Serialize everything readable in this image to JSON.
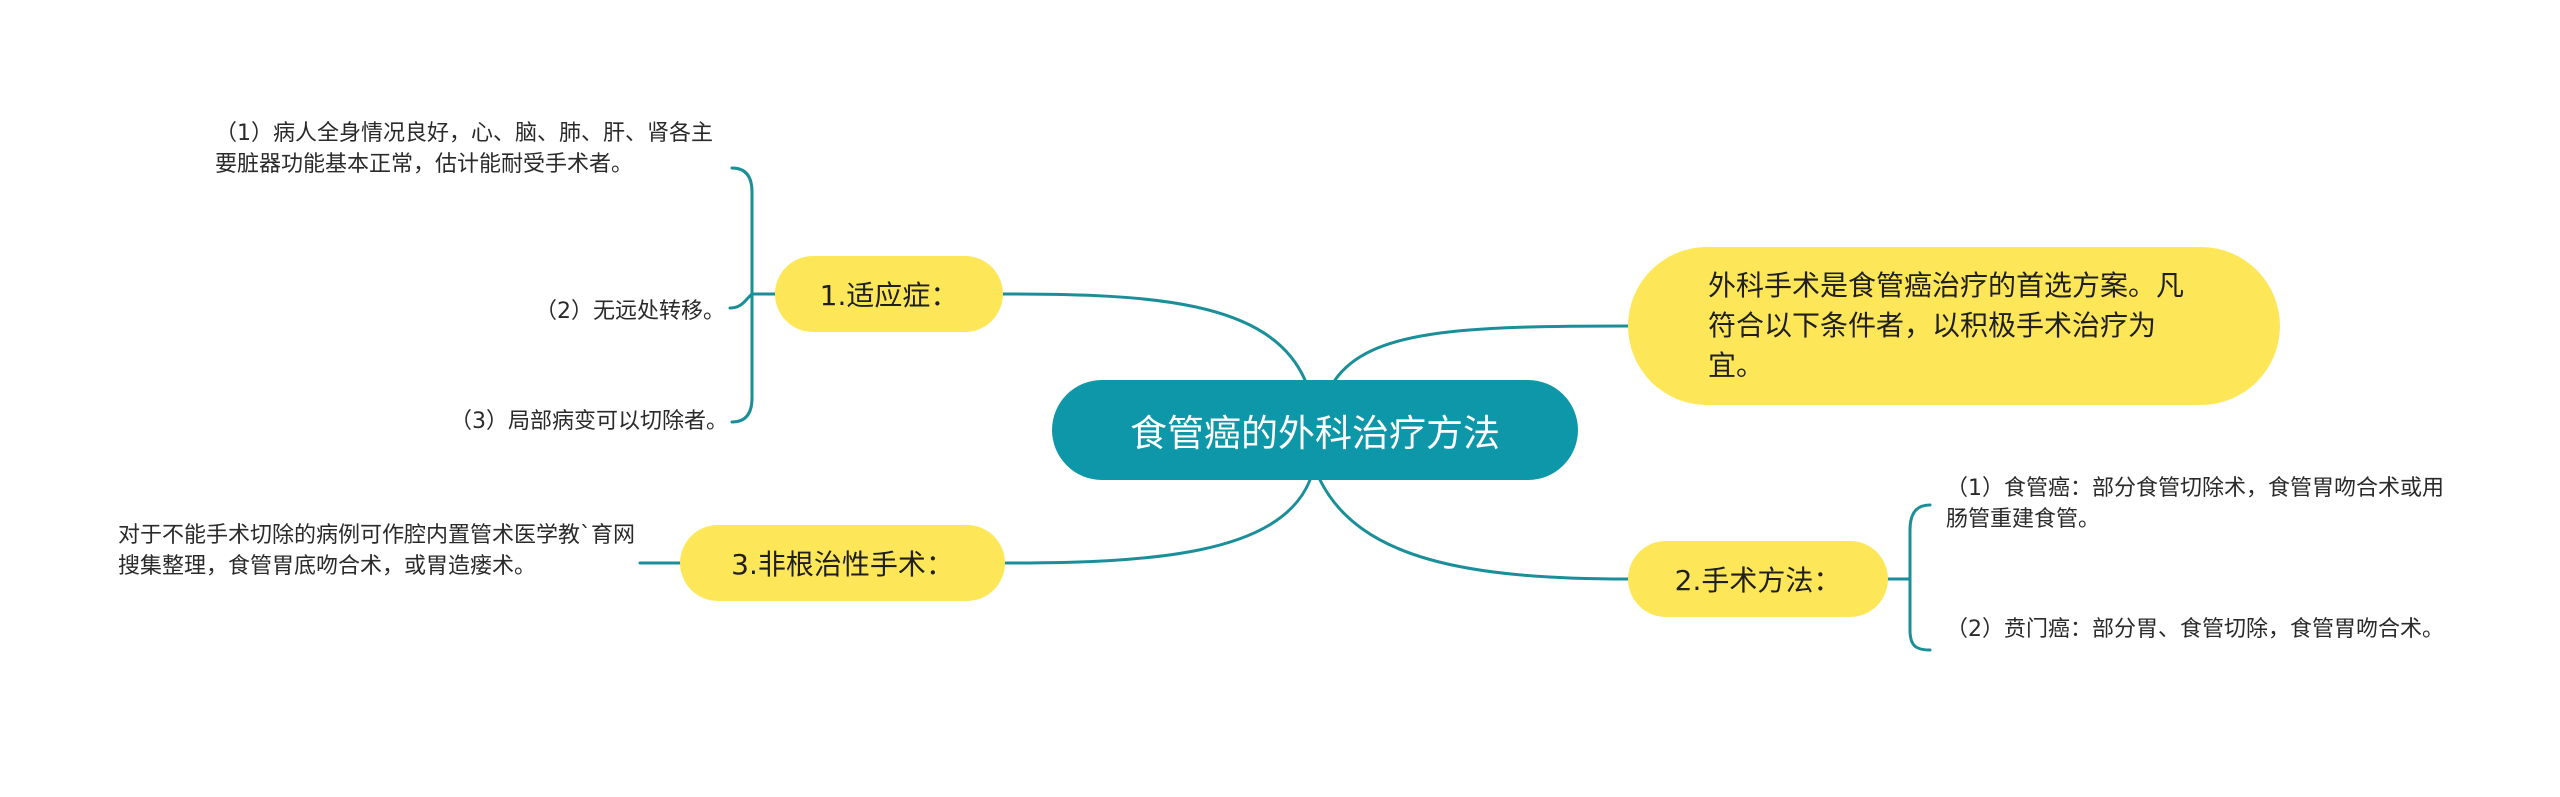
{
  "root": {
    "title": "食管癌的外科治疗方法"
  },
  "intro": {
    "text": "外科手术是食管癌治疗的首选方案。凡符合以下条件者，以积极手术治疗为宜。"
  },
  "branches": [
    {
      "label": "1.适应症：",
      "children": [
        "（1）病人全身情况良好，心、脑、肺、肝、肾各主要脏器功能基本正常，估计能耐受手术者。",
        "（2）无远处转移。",
        "（3）局部病变可以切除者。"
      ]
    },
    {
      "label": "2.手术方法：",
      "children": [
        "（1）食管癌：部分食管切除术，食管胃吻合术或用肠管重建食管。",
        "（2）贲门癌：部分胃、食管切除，食管胃吻合术。"
      ]
    },
    {
      "label": "3.非根治性手术：",
      "children": [
        "对于不能手术切除的病例可作腔内置管术医学教`育网搜集整理，食管胃底吻合术，或胃造瘘术。"
      ]
    }
  ],
  "colors": {
    "root_fill": "#0e97a8",
    "branch_fill": "#fde759",
    "connector": "#1a8f99"
  }
}
